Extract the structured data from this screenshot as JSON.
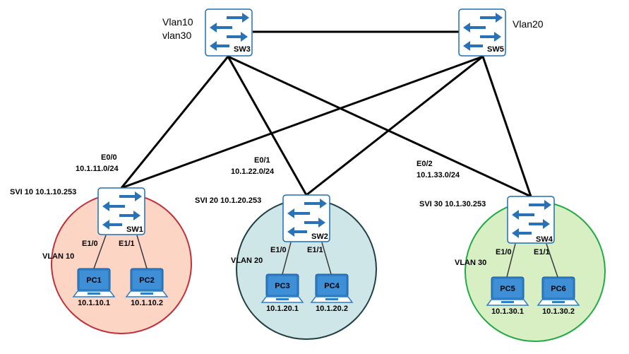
{
  "colors": {
    "vlan10_fill": "#fcd5c5",
    "vlan10_stroke": "#c0303a",
    "vlan20_fill": "#cfe6e8",
    "vlan20_stroke": "#1f3f44",
    "vlan30_fill": "#d8efc4",
    "vlan30_stroke": "#22aa44",
    "switch_fill": "#ffffff",
    "switch_stroke": "#1e6fb3",
    "arrow": "#2a72b8",
    "pc_blue": "#2d7fc7"
  },
  "switches": {
    "sw3": {
      "name": "SW3",
      "icon": "switch-icon",
      "vlan_lines": [
        "Vlan10",
        "vlan30"
      ]
    },
    "sw5": {
      "name": "SW5",
      "icon": "switch-icon",
      "vlan_line": "Vlan20"
    },
    "sw1": {
      "name": "SW1",
      "icon": "switch-icon",
      "svi": "SVI 10 10.1.10.253",
      "vlan": "VLAN 10",
      "port_left": "E1/0",
      "port_right": "E1/1"
    },
    "sw2": {
      "name": "SW2",
      "icon": "switch-icon",
      "svi": "SVI 20 10.1.20.253",
      "vlan": "VLAN 20",
      "port_left": "E1/0",
      "port_right": "E1/1"
    },
    "sw4": {
      "name": "SW4",
      "icon": "switch-icon",
      "svi": "SVI 30 10.1.30.253",
      "vlan": "VLAN 30",
      "port_left": "E1/0",
      "port_right": "E1/1"
    }
  },
  "uplinks": {
    "sw1": {
      "port": "E0/0",
      "subnet": "10.1.11.0/24"
    },
    "sw2": {
      "port": "E0/1",
      "subnet": "10.1.22.0/24"
    },
    "sw4": {
      "port": "E0/2",
      "subnet": "10.1.33.0/24"
    }
  },
  "pcs": [
    {
      "name": "PC1",
      "ip": "10.1.10.1",
      "icon": "laptop-icon"
    },
    {
      "name": "PC2",
      "ip": "10.1.10.2",
      "icon": "laptop-icon"
    },
    {
      "name": "PC3",
      "ip": "10.1.20.1",
      "icon": "laptop-icon"
    },
    {
      "name": "PC4",
      "ip": "10.1.20.2",
      "icon": "laptop-icon"
    },
    {
      "name": "PC5",
      "ip": "10.1.30.1",
      "icon": "laptop-icon"
    },
    {
      "name": "PC6",
      "ip": "10.1.30.2",
      "icon": "laptop-icon"
    }
  ]
}
